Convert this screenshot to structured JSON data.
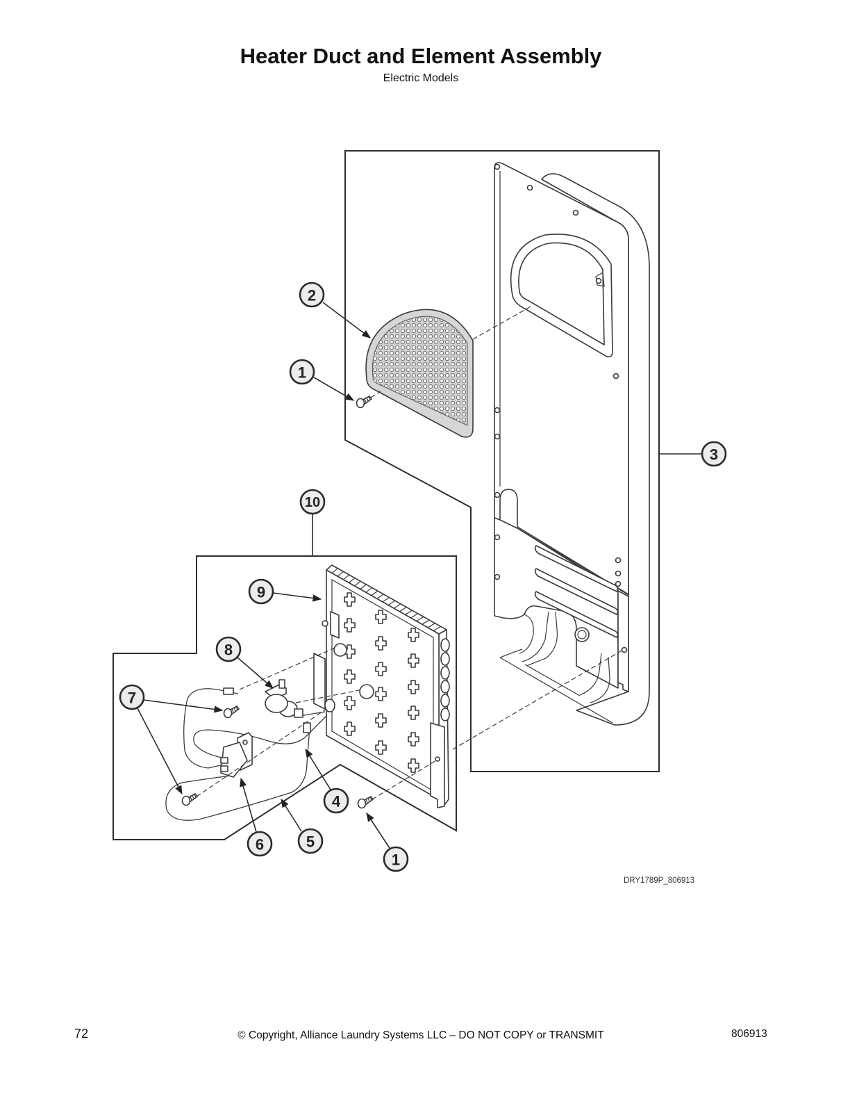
{
  "page": {
    "title": "Heater Duct and Element Assembly",
    "subtitle": "Electric Models"
  },
  "diagram": {
    "figure_id": "DRY1789P_806913",
    "callouts": [
      {
        "label": "2"
      },
      {
        "label": "1"
      },
      {
        "label": "3"
      },
      {
        "label": "10"
      },
      {
        "label": "9"
      },
      {
        "label": "8"
      },
      {
        "label": "7"
      },
      {
        "label": "4"
      },
      {
        "label": "5"
      },
      {
        "label": "6"
      },
      {
        "label": "1"
      }
    ]
  },
  "footer": {
    "page_number": "72",
    "copyright": "© Copyright, Alliance Laundry Systems LLC – DO NOT COPY or TRANSMIT",
    "doc_number": "806913"
  }
}
